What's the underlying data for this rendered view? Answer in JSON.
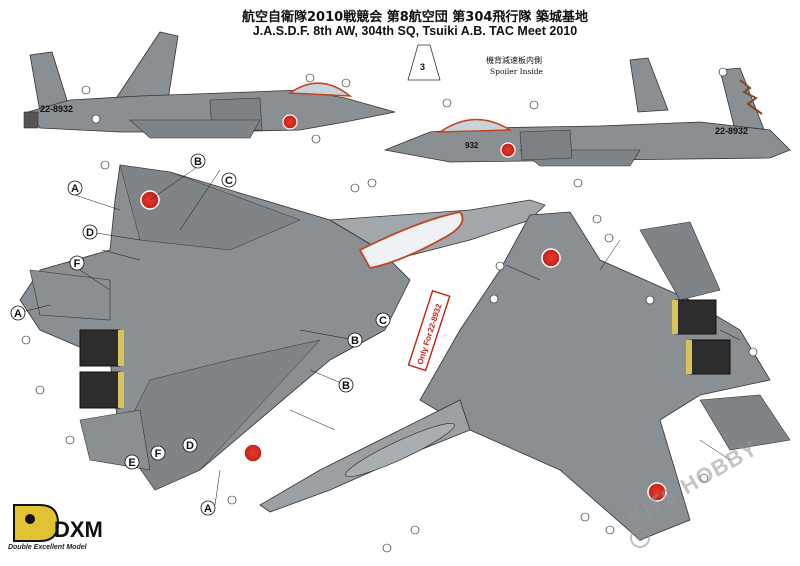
{
  "header": {
    "title_jp": "航空自衛隊2010戦競会 第8航空団 第304飛行隊 築城基地",
    "title_en": "J.A.S.D.F. 8th AW, 304th SQ, Tsuiki A.B. TAC Meet 2010"
  },
  "spoiler_inset": {
    "label_jp": "機背減速板内側",
    "label_en": "Spoiler Inside"
  },
  "aircraft": {
    "serial": "22-8932",
    "nose_number": "932",
    "only_for_badge": "Only For",
    "only_for_serial": "22-8932"
  },
  "callout_letters": [
    "A",
    "B",
    "C",
    "D",
    "E",
    "F"
  ],
  "brand": {
    "logo": "DXM",
    "subtitle": "Double Excellent Model"
  },
  "watermark": "KITS HOBBY",
  "colors": {
    "camo_gray": "#8a8f94",
    "camo_gray_light": "#a2a7ab",
    "camo_gray_dark": "#6f7478",
    "hinomaru_red": "#d7281e",
    "canopy_frame": "#c1461f",
    "intake_yellow": "#d8c25a",
    "line": "#111111"
  }
}
